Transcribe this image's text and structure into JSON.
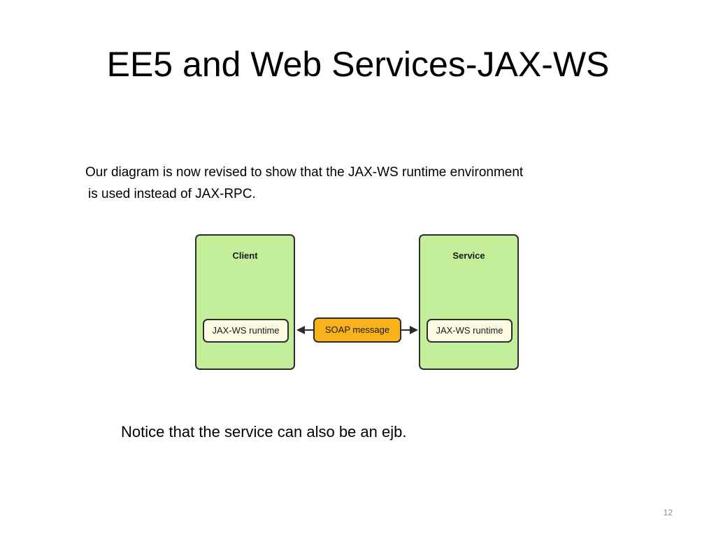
{
  "slide": {
    "title": "EE5 and Web Services-JAX-WS",
    "intro_line1": "Our diagram is now revised to show that the JAX-WS runtime environment",
    "intro_line2": "is used instead of JAX-RPC.",
    "notice": "Notice that the service can also be an ejb.",
    "page_number": "12"
  },
  "diagram": {
    "client": {
      "title": "Client",
      "runtime": "JAX-WS runtime"
    },
    "service": {
      "title": "Service",
      "runtime": "JAX-WS runtime"
    },
    "message": "SOAP message",
    "colors": {
      "box_fill": "#c3ef9b",
      "runtime_fill": "#fdfbe1",
      "message_fill": "#f9b21c",
      "border": "#2d2d2d"
    }
  }
}
